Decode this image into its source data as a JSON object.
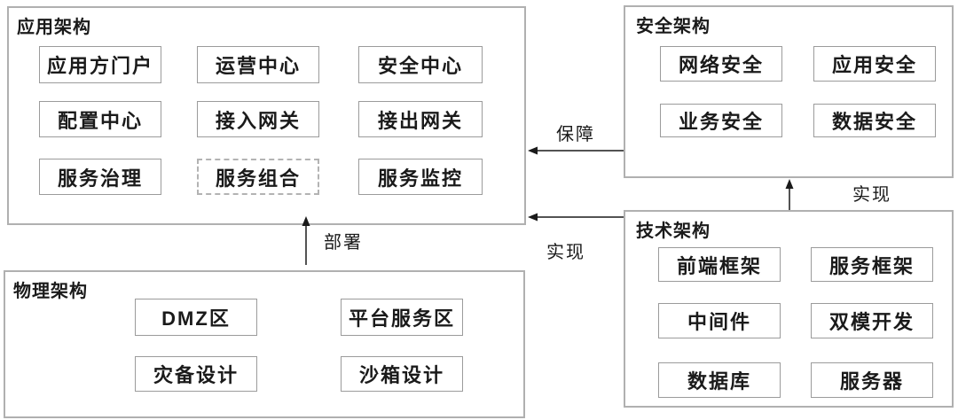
{
  "page": {
    "background_color": "#ffffff",
    "text_color": "#1a1a1a",
    "panel_border_color": "#b0b0b0",
    "item_border_color": "#9b9b9b"
  },
  "panels": {
    "application": {
      "title": "应用架构",
      "items": [
        {
          "label": "应用方门户",
          "style": "solid"
        },
        {
          "label": "运营中心",
          "style": "solid"
        },
        {
          "label": "安全中心",
          "style": "solid"
        },
        {
          "label": "配置中心",
          "style": "solid"
        },
        {
          "label": "接入网关",
          "style": "solid"
        },
        {
          "label": "接出网关",
          "style": "solid"
        },
        {
          "label": "服务治理",
          "style": "solid"
        },
        {
          "label": "服务组合",
          "style": "dashed"
        },
        {
          "label": "服务监控",
          "style": "solid"
        }
      ]
    },
    "security": {
      "title": "安全架构",
      "items": [
        {
          "label": "网络安全",
          "style": "solid"
        },
        {
          "label": "应用安全",
          "style": "solid"
        },
        {
          "label": "业务安全",
          "style": "solid"
        },
        {
          "label": "数据安全",
          "style": "solid"
        }
      ]
    },
    "technology": {
      "title": "技术架构",
      "items": [
        {
          "label": "前端框架",
          "style": "solid"
        },
        {
          "label": "服务框架",
          "style": "solid"
        },
        {
          "label": "中间件",
          "style": "solid"
        },
        {
          "label": "双模开发",
          "style": "solid"
        },
        {
          "label": "数据库",
          "style": "solid"
        },
        {
          "label": "服务器",
          "style": "solid"
        }
      ]
    },
    "physical": {
      "title": "物理架构",
      "items": [
        {
          "label": "DMZ区",
          "style": "solid"
        },
        {
          "label": "平台服务区",
          "style": "solid"
        },
        {
          "label": "灾备设计",
          "style": "solid"
        },
        {
          "label": "沙箱设计",
          "style": "solid"
        }
      ]
    }
  },
  "arrows": [
    {
      "label": "保障",
      "from": "security",
      "to": "application",
      "direction": "left"
    },
    {
      "label": "实现",
      "from": "technology",
      "to": "application",
      "direction": "left"
    },
    {
      "label": "实现",
      "from": "technology",
      "to": "security",
      "direction": "up"
    },
    {
      "label": "部署",
      "from": "physical",
      "to": "application",
      "direction": "up"
    }
  ]
}
